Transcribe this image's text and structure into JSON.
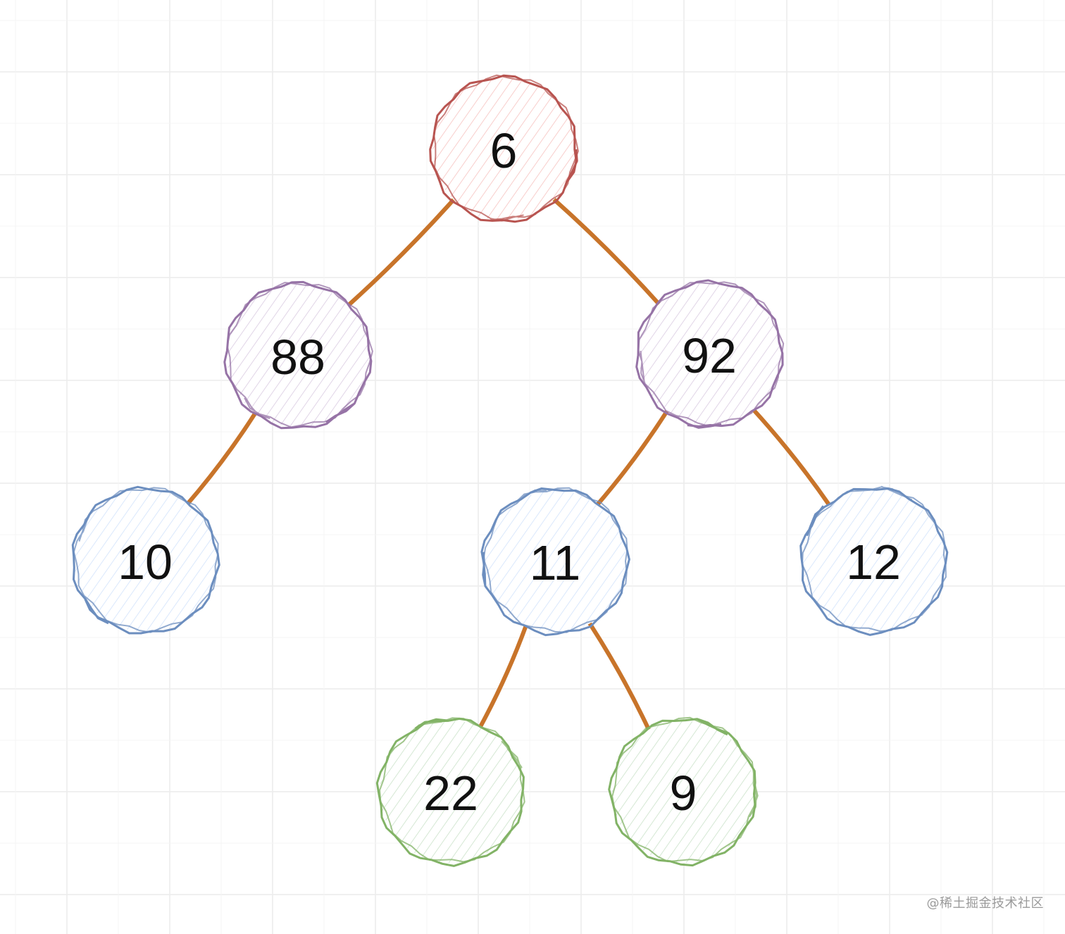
{
  "palette": {
    "edge": "#c8742a",
    "grid": "#ececec",
    "root": {
      "stroke": "#b85450",
      "fill": "#f8cecc"
    },
    "internal": {
      "stroke": "#9673a6",
      "fill": "#e1d5e7"
    },
    "level2": {
      "stroke": "#6c8ebf",
      "fill": "#dae8fc"
    },
    "leaf": {
      "stroke": "#82b366",
      "fill": "#d5e8d4"
    }
  },
  "tree": {
    "nodes": [
      {
        "id": "n6",
        "label": "6",
        "style": "root"
      },
      {
        "id": "n88",
        "label": "88",
        "style": "internal"
      },
      {
        "id": "n92",
        "label": "92",
        "style": "internal"
      },
      {
        "id": "n10",
        "label": "10",
        "style": "level2"
      },
      {
        "id": "n11",
        "label": "11",
        "style": "level2"
      },
      {
        "id": "n12",
        "label": "12",
        "style": "level2"
      },
      {
        "id": "n22",
        "label": "22",
        "style": "leaf"
      },
      {
        "id": "n9",
        "label": "9",
        "style": "leaf"
      }
    ],
    "edges": [
      {
        "from": "n6",
        "to": "n88"
      },
      {
        "from": "n6",
        "to": "n92"
      },
      {
        "from": "n88",
        "to": "n10"
      },
      {
        "from": "n92",
        "to": "n11"
      },
      {
        "from": "n92",
        "to": "n12"
      },
      {
        "from": "n11",
        "to": "n22"
      },
      {
        "from": "n11",
        "to": "n9"
      }
    ]
  },
  "watermark": "@稀土掘金技术社区"
}
